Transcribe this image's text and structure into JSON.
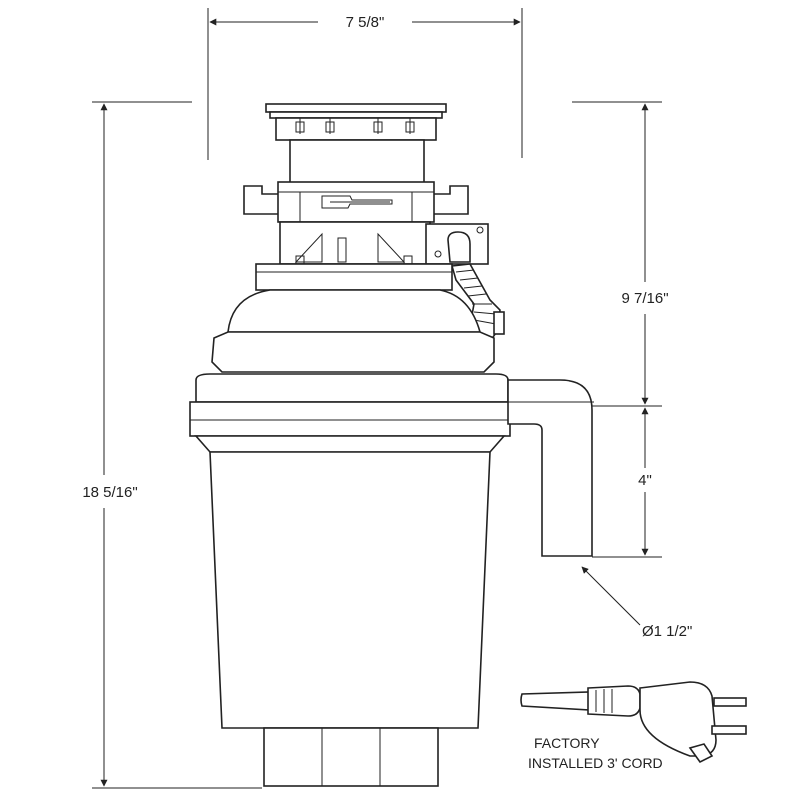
{
  "dimensions": {
    "width_label": "7 5/8\"",
    "total_height_label": "18 5/16\"",
    "upper_height_label": "9 7/16\"",
    "outlet_height_label": "4\"",
    "outlet_diameter_label": "Ø1 1/2\""
  },
  "cord": {
    "line1": "FACTORY",
    "line2": "INSTALLED 3' CORD"
  }
}
